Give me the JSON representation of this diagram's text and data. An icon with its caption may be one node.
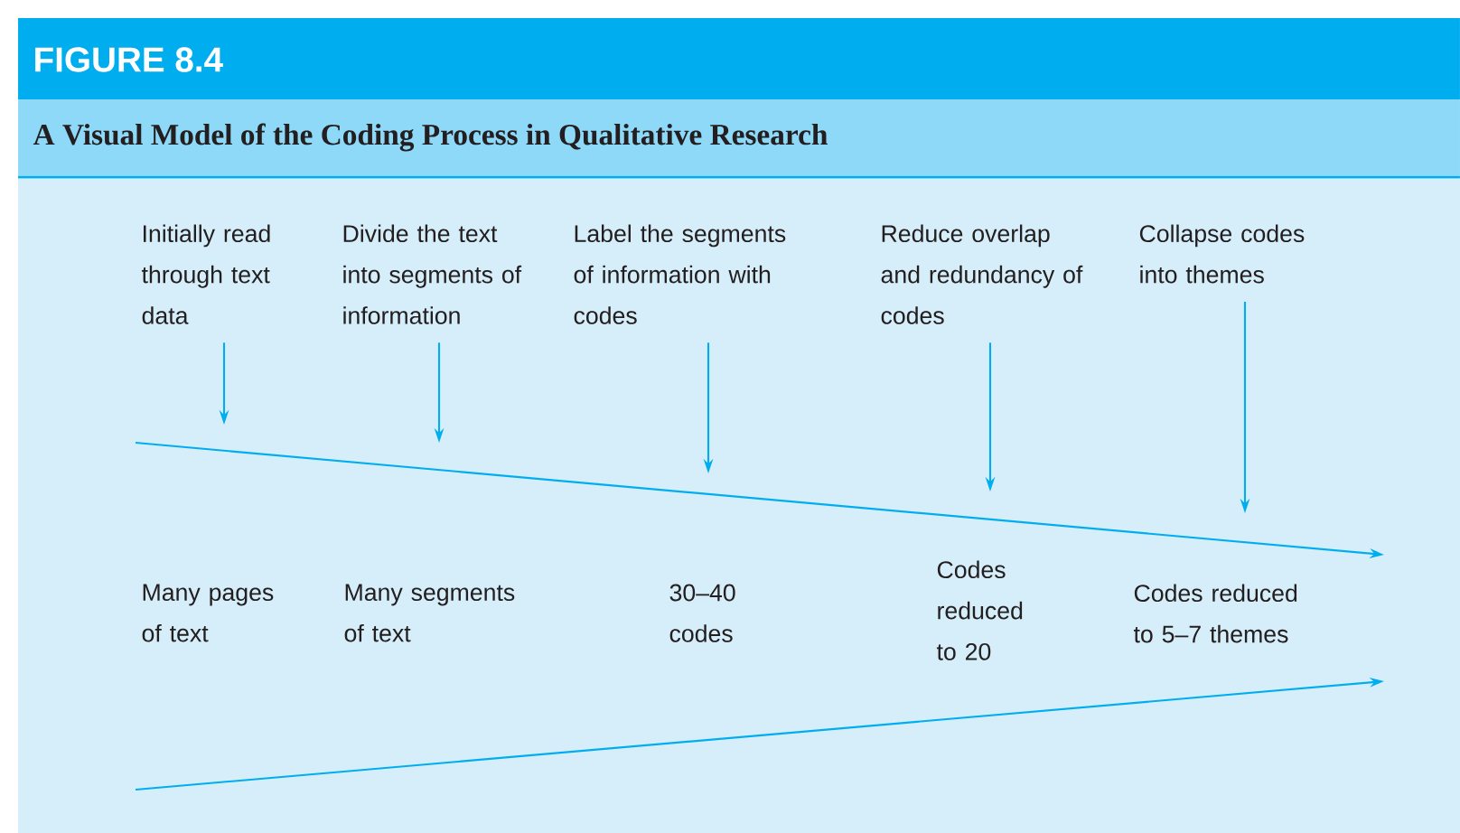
{
  "diagram": {
    "title": "A Visual Model of the Coding Process in Qualitative Research",
    "nodes": [
      {
        "text": [
          "Initially read through text data"
        ]
      },
      {
        "text": [
          "Divide the text into segments of information"
        ]
      },
      {
        "text": [
          "Label the segments of information with codes"
        ]
      },
      {
        "text": [
          "Reduce overlap and redundancy of codes"
        ]
      },
      {
        "text": [
          "Collapse codes into themes"
        ]
      }
    ],
    "edges": [
      {
        "from": 0,
        "to": null,
        "arrow": "to"
      },
      {
        "from": 1,
        "to": null,
        "arrow": "to"
      },
      {
        "from": 2,
        "to": null,
        "arrow": "to"
      },
      {
        "from": 3,
        "to": null,
        "arrow": "to"
      },
      {
        "from": 4,
        "to": null,
        "arrow": "to"
      }
    ],
    "labels": [
      "FIGURE 8.4",
      "Many pages of text",
      "Many segments of text",
      "30–40 codes",
      "Codes reduced to 20",
      "Codes reduced to 5–7 themes"
    ]
  }
}
